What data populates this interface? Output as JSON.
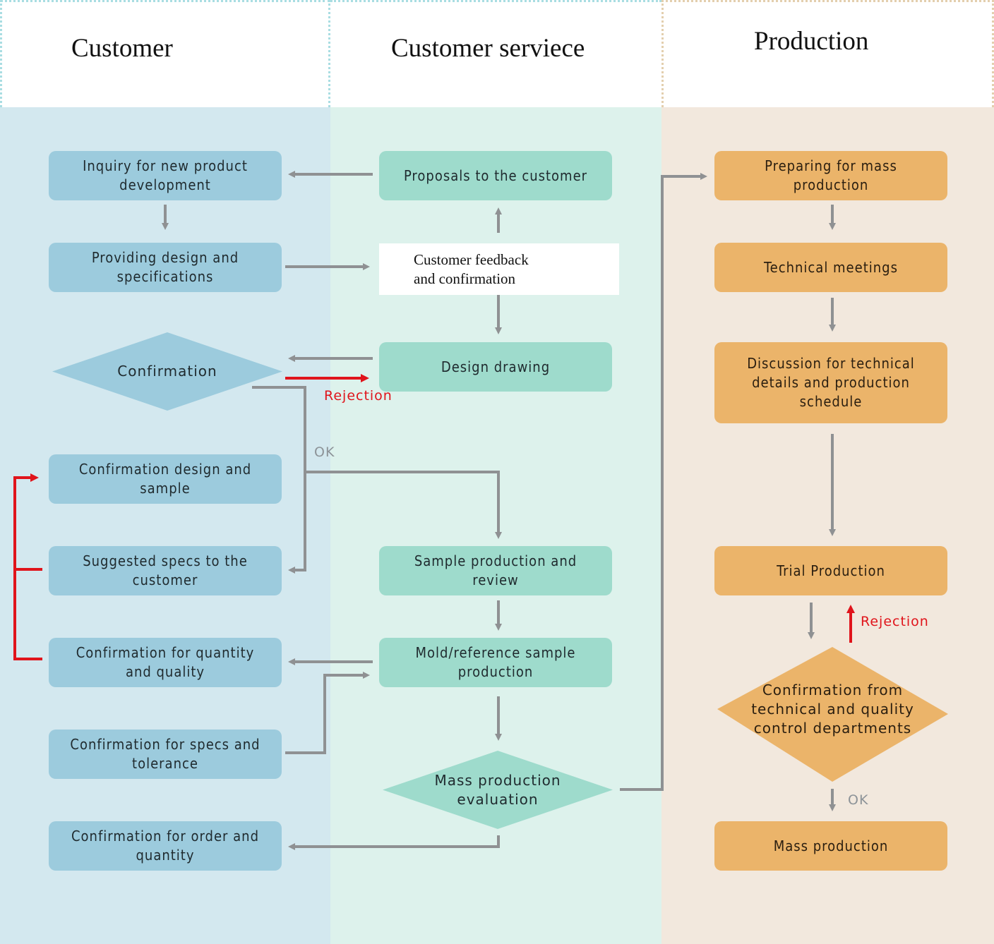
{
  "lanes": {
    "customer": {
      "title": "Customer"
    },
    "service": {
      "title": "Customer serviece"
    },
    "production": {
      "title": "Production"
    }
  },
  "colors": {
    "customer_box": "#9ccbdd",
    "service_box": "#9edbcc",
    "production_box": "#ebb46a",
    "connector": "#8f9193",
    "rejection": "#e0141b"
  },
  "customer": {
    "inquiry": "Inquiry for new product\ndevelopment",
    "providing_design": "Providing design and\nspecifications",
    "confirmation": "Confirmation",
    "confirm_design_sample": "Confirmation design and\nsample",
    "suggested_specs": "Suggested specs to the\ncustomer",
    "confirm_qty_quality": "Confirmation for quantity\nand quality",
    "confirm_specs_tolerance": "Confirmation for specs and\ntolerance",
    "confirm_order_qty": "Confirmation for order and\nquantity"
  },
  "service": {
    "proposals": "Proposals to the customer",
    "feedback": "Customer feedback\nand confirmation",
    "design_drawing": "Design drawing",
    "sample_production": "Sample production and\nreview",
    "mold_sample": "Mold/reference sample\nproduction",
    "mass_evaluation": "Mass production\nevaluation"
  },
  "production": {
    "preparing": "Preparing for mass\nproduction",
    "technical_meetings": "Technical meetings",
    "discussion": "Discussion for technical\ndetails and production\nschedule",
    "trial": "Trial Production",
    "qc_confirmation": "Confirmation from\ntechnical and quality\ncontrol departments",
    "mass_production": "Mass production"
  },
  "labels": {
    "rejection_1": "Rejection",
    "ok_1": "OK",
    "rejection_2": "Rejection",
    "ok_2": "OK"
  }
}
